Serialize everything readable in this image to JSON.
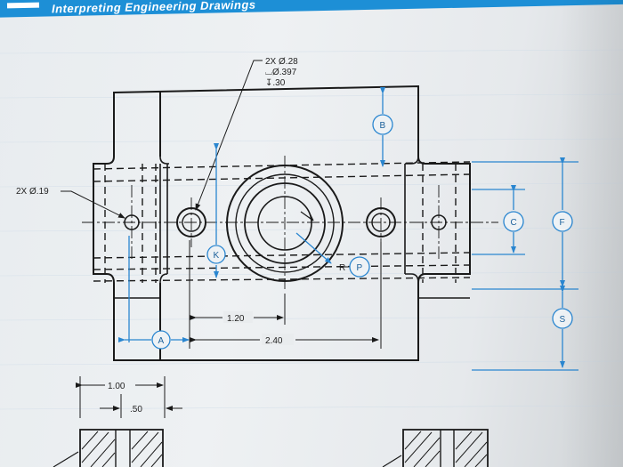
{
  "header": {
    "title": "Interpreting Engineering Drawings"
  },
  "callouts": {
    "hole_note_line1": "2X Ø.28",
    "hole_note_line2": "⌴Ø.397",
    "hole_note_line3": "↧.30",
    "small_hole_note": "2X Ø.19"
  },
  "dimensions": {
    "dim_120": "1.20",
    "dim_240": "2.40",
    "dim_100": "1.00",
    "dim_050": ".50"
  },
  "bubbles": [
    "A",
    "B",
    "C",
    "F",
    "K",
    "P",
    "S"
  ],
  "radius_prefix": "R",
  "colors": {
    "line": "#1a1a1a",
    "dimension_blue": "#2a86d0",
    "header_blue": "#1d8fd6"
  }
}
